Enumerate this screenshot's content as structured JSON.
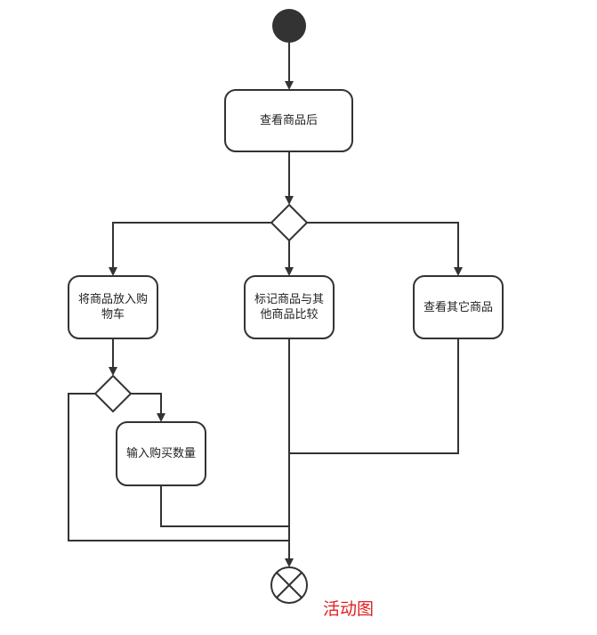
{
  "diagram": {
    "title": "活动图",
    "nodes": {
      "after_view": "查看商品后",
      "add_to_cart": "将商品放入购物车",
      "mark_compare": "标记商品与其他商品比较",
      "view_other": "查看其它商品",
      "input_qty": "输入购买数量"
    }
  }
}
